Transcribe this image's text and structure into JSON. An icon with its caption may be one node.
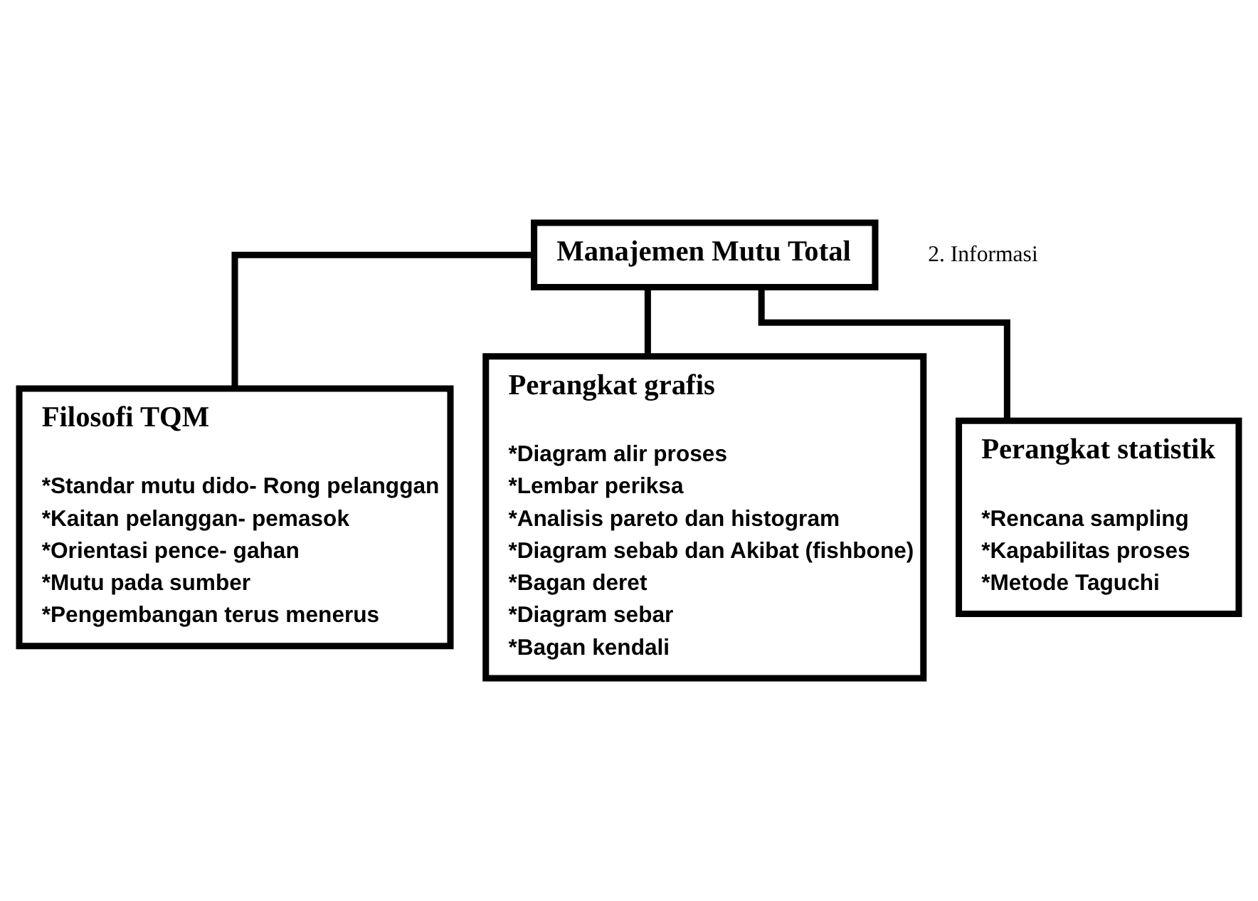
{
  "diagram": {
    "nodes": [
      {
        "text": [
          "Manajemen Mutu Total"
        ]
      },
      {
        "text": [
          "Filosofi TQM",
          "*Standar mutu dido- Rong pelanggan",
          "*Kaitan pelanggan- pemasok",
          "*Orientasi pence- gahan",
          "*Mutu pada sumber",
          "*Pengembangan terus menerus"
        ]
      },
      {
        "text": [
          "Perangkat grafis",
          "*Diagram alir proses",
          "*Lembar periksa",
          "*Analisis pareto dan histogram",
          "*Diagram sebab dan Akibat (fishbone)",
          "*Bagan deret",
          "*Diagram sebar",
          "*Bagan kendali"
        ]
      },
      {
        "text": [
          "Perangkat statistik",
          "*Rencana sampling",
          "*Kapabilitas proses",
          "*Metode Taguchi"
        ]
      }
    ],
    "edges": [
      {
        "from": 0,
        "to": 1,
        "arrow": "none"
      },
      {
        "from": 0,
        "to": 2,
        "arrow": "none"
      },
      {
        "from": 0,
        "to": 3,
        "arrow": "none"
      }
    ],
    "labels": [
      "2. Informasi"
    ]
  }
}
